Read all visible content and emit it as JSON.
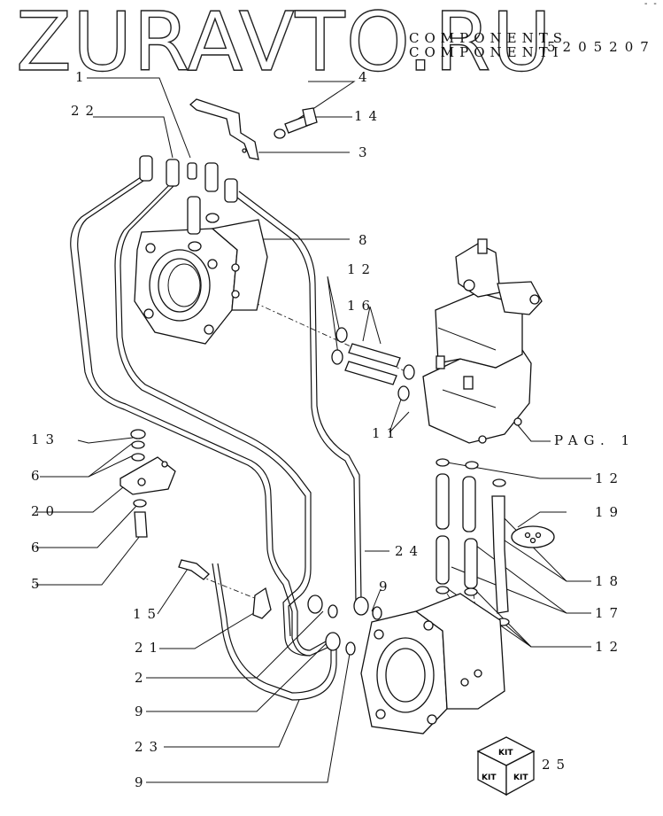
{
  "watermark": "ZURAVTO.RU",
  "header": {
    "line1": "COMPONENTS",
    "line2": "COMPONENTI",
    "code": "5205207",
    "corner_mark": "--"
  },
  "callouts": [
    {
      "id": "c1",
      "text": "1"
    },
    {
      "id": "c22",
      "text": "22"
    },
    {
      "id": "c4",
      "text": "4"
    },
    {
      "id": "c14",
      "text": "14"
    },
    {
      "id": "c3",
      "text": "3"
    },
    {
      "id": "c8",
      "text": "8"
    },
    {
      "id": "c12a",
      "text": "12"
    },
    {
      "id": "c16",
      "text": "16"
    },
    {
      "id": "c11",
      "text": "11"
    },
    {
      "id": "cpag",
      "text": "PAG. 1"
    },
    {
      "id": "c13",
      "text": "13"
    },
    {
      "id": "c6a",
      "text": "6"
    },
    {
      "id": "c20",
      "text": "20"
    },
    {
      "id": "c6b",
      "text": "6"
    },
    {
      "id": "c5",
      "text": "5"
    },
    {
      "id": "c12b",
      "text": "12"
    },
    {
      "id": "c19",
      "text": "19"
    },
    {
      "id": "c24",
      "text": "24"
    },
    {
      "id": "c9a",
      "text": "9"
    },
    {
      "id": "c18",
      "text": "18"
    },
    {
      "id": "c15",
      "text": "15"
    },
    {
      "id": "c21",
      "text": "21"
    },
    {
      "id": "c17",
      "text": "17"
    },
    {
      "id": "c12c",
      "text": "12"
    },
    {
      "id": "c2",
      "text": "2"
    },
    {
      "id": "c9b",
      "text": "9"
    },
    {
      "id": "c23",
      "text": "23"
    },
    {
      "id": "c25",
      "text": "25"
    },
    {
      "id": "c9c",
      "text": "9"
    }
  ],
  "kit": {
    "top": "KIT",
    "left": "KIT",
    "right": "KIT"
  }
}
